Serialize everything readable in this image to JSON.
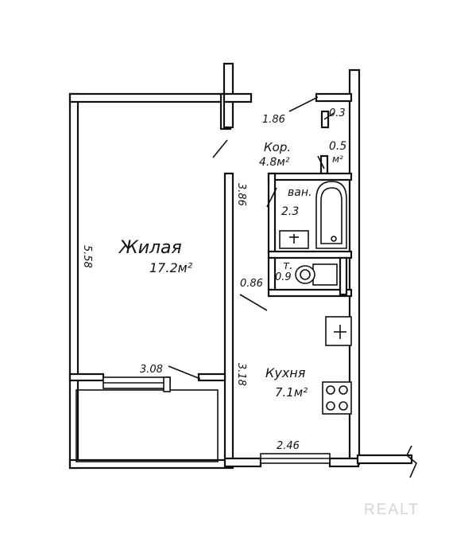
{
  "rooms": {
    "living": {
      "name": "Жилая",
      "area": "17.2м²"
    },
    "corridor": {
      "name": "Кор.",
      "area": "4.8м²"
    },
    "niche": {
      "area": "0.5",
      "unit": "м²"
    },
    "bath": {
      "name": "ван.",
      "area": "2.3"
    },
    "toilet": {
      "name": "т.",
      "area": "0.9"
    },
    "kitchen": {
      "name": "Кухня",
      "area": "7.1м²"
    }
  },
  "dimensions": {
    "living_height": "5.58",
    "living_width": "3.08",
    "corridor_top": "1.86",
    "niche_top": "0.3",
    "corridor_side": "3.86",
    "toilet_width": "0.86",
    "kitchen_height": "3.18",
    "kitchen_width": "2.46"
  },
  "watermark": "REALT"
}
